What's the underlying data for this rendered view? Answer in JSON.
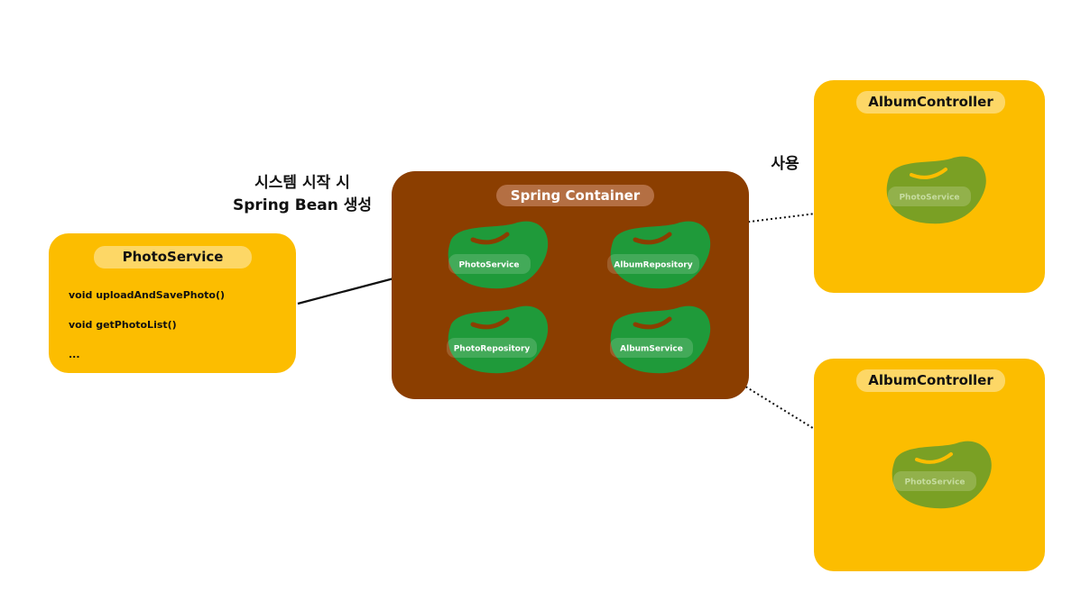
{
  "photo_service_card": {
    "title": "PhotoService",
    "methods": [
      "void uploadAndSavePhoto()",
      "void getPhotoList()",
      "..."
    ]
  },
  "startup_label": {
    "line1": "시스템 시작 시",
    "line2": "Spring Bean 생성"
  },
  "container": {
    "title": "Spring Container",
    "beans": [
      "PhotoService",
      "AlbumRepository",
      "PhotoRepository",
      "AlbumService"
    ]
  },
  "usage_label": "사용",
  "controllers": [
    {
      "title": "AlbumController",
      "bean": "PhotoService"
    },
    {
      "title": "AlbumController",
      "bean": "PhotoService"
    }
  ],
  "colors": {
    "card": "#fcbd00",
    "pill": "#fdd766",
    "container": "#8b3e00",
    "bean_green": "#1f9a3a",
    "bean_olive": "#7aa024",
    "bean_mark": "#8b3e00"
  }
}
